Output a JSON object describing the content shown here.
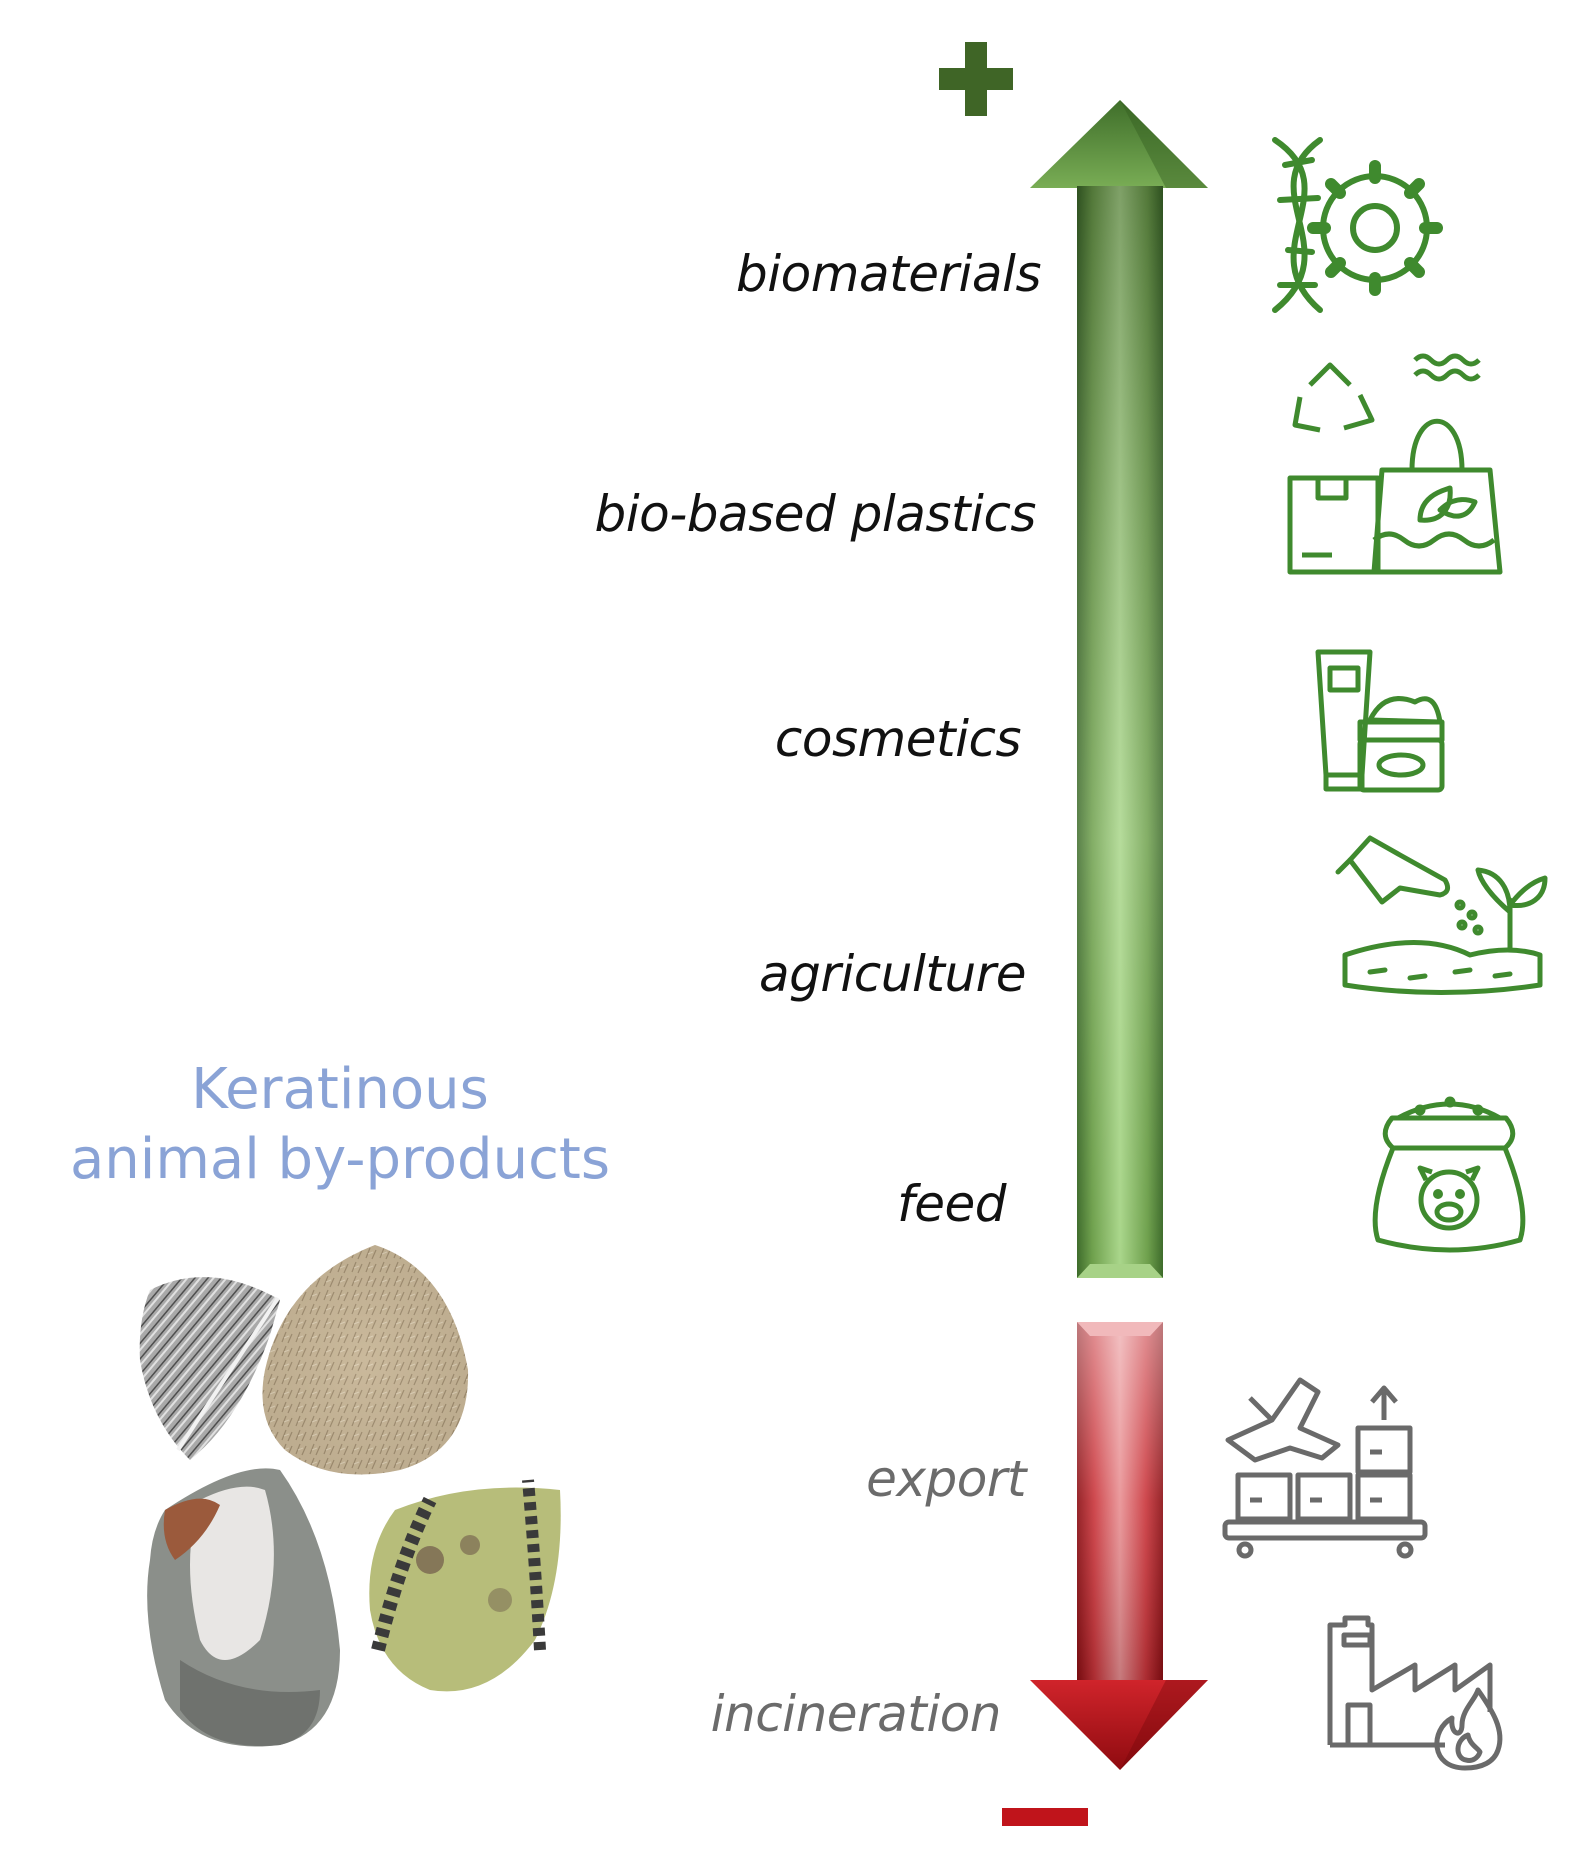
{
  "sign_plus": "+",
  "sign_minus": "−",
  "positive_labels": [
    "biomaterials",
    "bio-based plastics",
    "cosmetics",
    "agriculture",
    "feed"
  ],
  "negative_labels": [
    "export",
    "incineration"
  ],
  "group_title": [
    "Keratinous",
    "animal by-products"
  ],
  "icons": {
    "biomaterials": "dna-gear-icon",
    "bio-based plastics": "recycle-box-bag-icon",
    "cosmetics": "cosmetic-tube-jar-icon",
    "agriculture": "hand-sowing-seeds-icon",
    "feed": "pig-feed-sack-icon",
    "export": "airplane-cargo-boxes-icon",
    "incineration": "factory-fire-icon"
  },
  "photos": [
    "feather-photo",
    "hedgehog-spines-photo",
    "hoof-photo",
    "horns-photo"
  ],
  "colors": {
    "positive": "#3e6e2a",
    "icon_green": "#3f8a2e",
    "negative": "#c0141b",
    "icon_gray": "#6a6a6a",
    "title": "#8aa3d6"
  }
}
